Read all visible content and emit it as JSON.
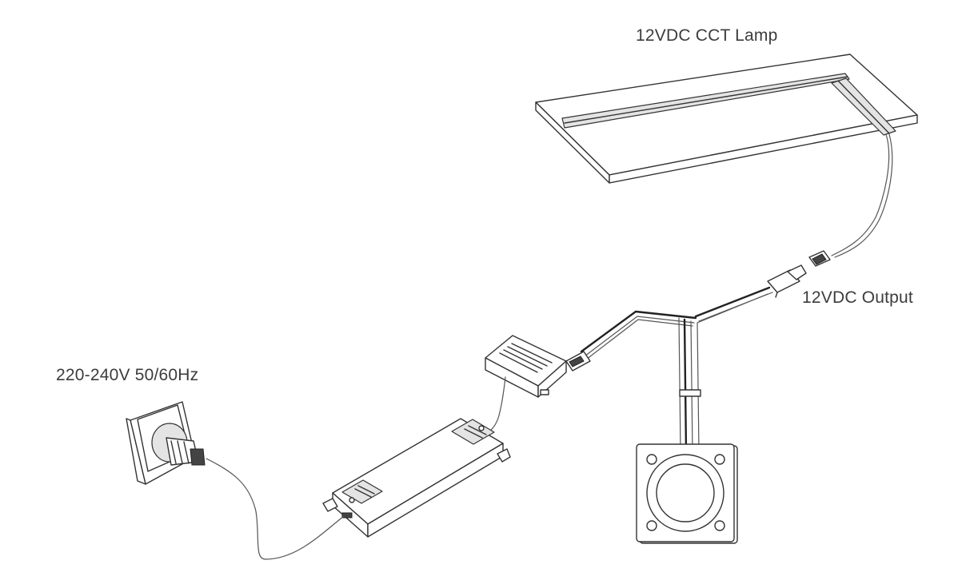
{
  "labels": {
    "lamp": "12VDC CCT Lamp",
    "output": "12VDC Output",
    "input": "220-240V 50/60Hz"
  },
  "colors": {
    "line": "#333333",
    "text": "#3c3c3c",
    "background": "#ffffff"
  }
}
